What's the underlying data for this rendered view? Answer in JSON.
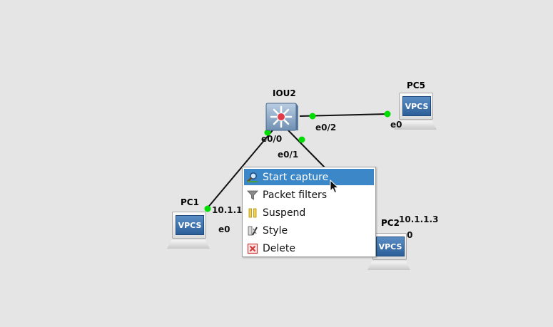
{
  "nodes": {
    "iou2": {
      "name": "IOU2"
    },
    "pc1": {
      "name": "PC1",
      "screen_text": "VPCS",
      "ip": "10.1.1.",
      "port": "e0"
    },
    "pc2": {
      "name": "PC2",
      "screen_text": "VPCS",
      "ip": "10.1.1.3",
      "port": "e0"
    },
    "pc5": {
      "name": "PC5",
      "screen_text": "VPCS",
      "port": "e0"
    }
  },
  "ports": {
    "iou2_e0_0": "e0/0",
    "iou2_e0_1": "e0/1",
    "iou2_e0_2": "e0/2"
  },
  "context_menu": {
    "items": [
      {
        "label": "Start capture",
        "icon": "magnifier-icon",
        "highlighted": true
      },
      {
        "label": "Packet filters",
        "icon": "filter-funnel-icon"
      },
      {
        "label": "Suspend",
        "icon": "pause-icon"
      },
      {
        "label": "Style",
        "icon": "style-brush-icon"
      },
      {
        "label": "Delete",
        "icon": "delete-x-icon"
      }
    ]
  },
  "colors": {
    "canvas_bg": "#e5e5e5",
    "link_up_dot": "#00dd00",
    "menu_highlight": "#3b87c8",
    "vpcs_screen": "#3a6fa8"
  }
}
